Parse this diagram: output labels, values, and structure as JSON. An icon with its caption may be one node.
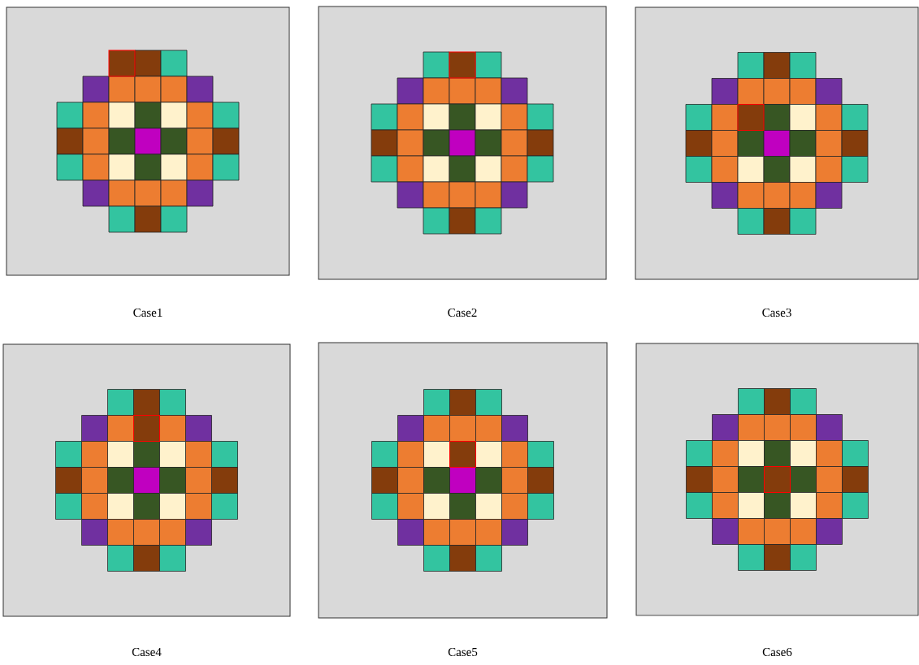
{
  "diagram": {
    "labels": [
      "Case1",
      "Case2",
      "Case3",
      "Case4",
      "Case5",
      "Case6"
    ]
  }
}
